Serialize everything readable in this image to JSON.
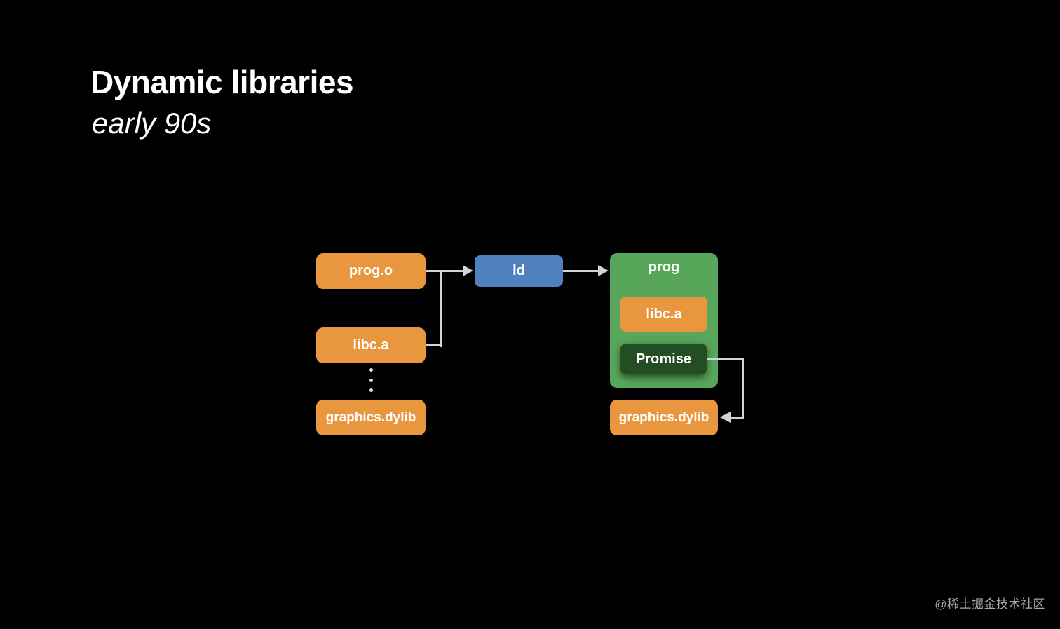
{
  "slide": {
    "title": "Dynamic libraries",
    "subtitle": "early 90s",
    "watermark": "@稀土掘金技术社区"
  },
  "diagram": {
    "inputs": [
      {
        "label": "prog.o"
      },
      {
        "label": "libc.a"
      },
      {
        "label": "graphics.dylib"
      }
    ],
    "ellipsis_dots": 3,
    "linker": {
      "label": "ld"
    },
    "program": {
      "label": "prog",
      "embedded": [
        {
          "label": "libc.a"
        },
        {
          "label": "Promise"
        }
      ]
    },
    "dylib": {
      "label": "graphics.dylib"
    },
    "colors": {
      "background": "#000000",
      "box_orange": "#E8973F",
      "box_blue": "#4E81BE",
      "box_green": "#57A65A",
      "box_dark_green": "#234E21",
      "connector_gray": "#D0D3D8",
      "text": "#FFFFFF",
      "watermark_gray": "#A9A9A9"
    }
  }
}
